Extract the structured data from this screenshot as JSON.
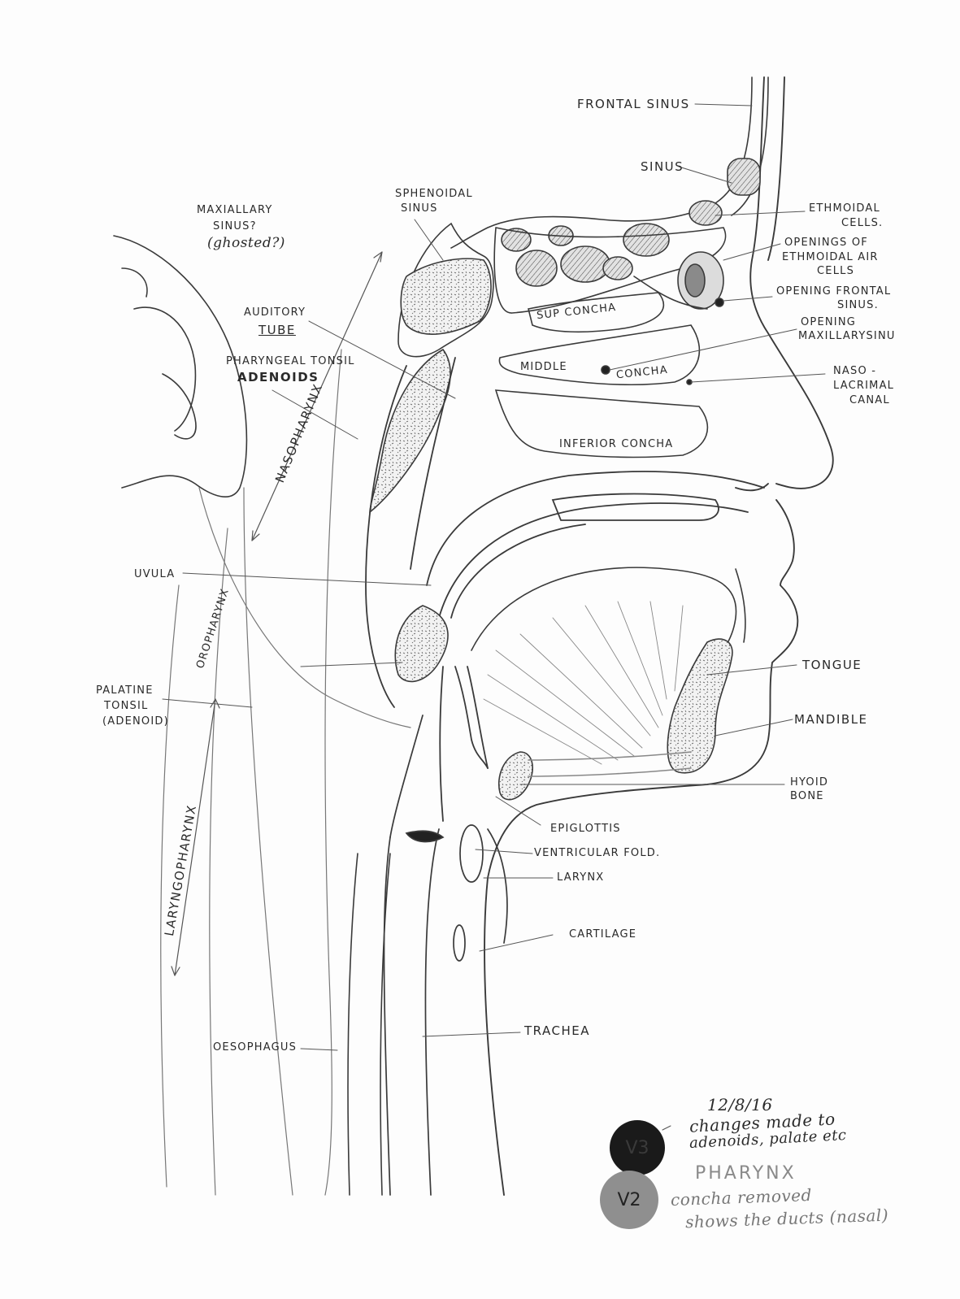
{
  "labels": {
    "frontal_sinus": "FRONTAL SINUS",
    "sinus": "SINUS",
    "sphenoidal_sinus_1": "SPHENOIDAL",
    "sphenoidal_sinus_2": "SINUS",
    "maxillary_1": "MAXIALLARY",
    "maxillary_2": "SINUS?",
    "maxillary_3": "(ghosted?)",
    "ethmoidal_1": "ETHMOIDAL",
    "ethmoidal_2": "CELLS.",
    "openings_ethmoidal_1": "OPENINGS OF",
    "openings_ethmoidal_2": "ETHMOIDAL AIR",
    "openings_ethmoidal_3": "CELLS",
    "opening_frontal_1": "OPENING FRONTAL",
    "opening_frontal_2": "SINUS.",
    "opening_maxillary_1": "OPENING",
    "opening_maxillary_2": "MAXILLARYSINU",
    "auditory_1": "AUDITORY",
    "auditory_2": "TUBE",
    "pharyngeal_1": "PHARYNGEAL TONSIL",
    "pharyngeal_2": "ADENOIDS",
    "nasopharynx": "NASOPHARYNX",
    "sup_concha": "SUP CONCHA",
    "middle": "MIDDLE",
    "concha": "CONCHA",
    "inferior_concha": "INFERIOR CONCHA",
    "nasolacrimal_1": "NASO -",
    "nasolacrimal_2": "LACRIMAL",
    "nasolacrimal_3": "CANAL",
    "uvula": "UVULA",
    "oropharynx": "OROPHARYNX",
    "palatine_1": "PALATINE",
    "palatine_2": "TONSIL",
    "palatine_3": "(ADENOID)",
    "laryngopharynx": "LARYNGOPHARYNX",
    "tongue": "TONGUE",
    "mandible": "MANDIBLE",
    "hyoid_1": "HYOID",
    "hyoid_2": "BONE",
    "epiglottis": "EPIGLOTTIS",
    "ventricular": "VENTRICULAR FOLD.",
    "larynx": "LARYNX",
    "cartilage": "CARTILAGE",
    "trachea": "TRACHEA",
    "oesophagus": "OESOPHAGUS"
  },
  "notes": {
    "date": "12/8/16",
    "v3_line1": "changes made to",
    "v3_line2": "adenoids, palate etc",
    "title": "PHARYNX",
    "v2_line1": "concha removed",
    "v2_line2": "shows the ducts (nasal)"
  },
  "badges": {
    "v3": {
      "text": "V3",
      "color": "#1a1a1a"
    },
    "v2": {
      "text": "V2",
      "color": "#8f8f8f"
    }
  },
  "colors": {
    "ink": "#2a2a2a",
    "paper": "#fdfdfd"
  }
}
